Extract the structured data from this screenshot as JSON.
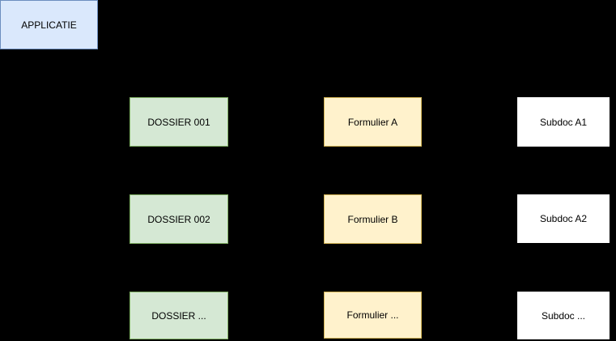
{
  "diagram": {
    "background_color": "#000000",
    "text_color": "#000000",
    "palette": {
      "application": {
        "fill": "#dae8fc",
        "border": "#6c8ebf"
      },
      "dossier": {
        "fill": "#d5e8d4",
        "border": "#82b366"
      },
      "formulier": {
        "fill": "#fff2cc",
        "border": "#d6b656"
      },
      "subdoc": {
        "fill": "#ffffff",
        "border": "#ffffff"
      }
    },
    "nodes": {
      "applicatie": {
        "label": "APPLICATIE",
        "type": "application"
      },
      "dossier_001": {
        "label": "DOSSIER 001",
        "type": "dossier"
      },
      "dossier_002": {
        "label": "DOSSIER 002",
        "type": "dossier"
      },
      "dossier_etc": {
        "label": "DOSSIER ...",
        "type": "dossier"
      },
      "formulier_a": {
        "label": "Formulier A",
        "type": "formulier"
      },
      "formulier_b": {
        "label": "Formulier B",
        "type": "formulier"
      },
      "formulier_etc": {
        "label": "Formulier ...",
        "type": "formulier"
      },
      "subdoc_a1": {
        "label": "Subdoc A1",
        "type": "subdoc"
      },
      "subdoc_a2": {
        "label": "Subdoc A2",
        "type": "subdoc"
      },
      "subdoc_etc": {
        "label": "Subdoc ...",
        "type": "subdoc"
      }
    }
  }
}
